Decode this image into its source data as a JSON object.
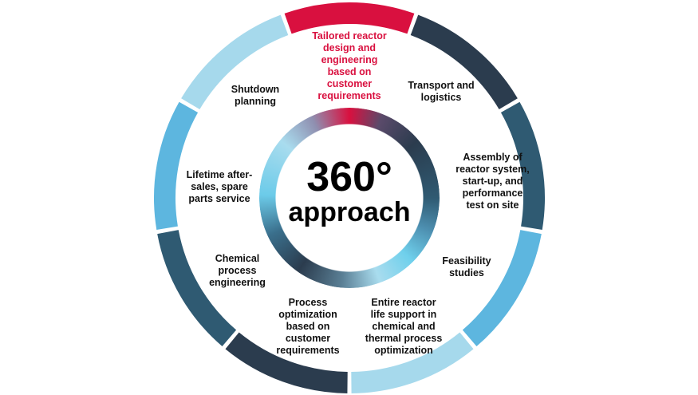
{
  "center": {
    "title": "360°",
    "subtitle": "approach"
  },
  "colors": {
    "red": "#d9103f",
    "navy": "#2b3c4e",
    "teal": "#2f5a72",
    "medium_blue": "#5db6df",
    "light_blue": "#a6d9ec"
  },
  "segments": [
    {
      "label": "Tailored reactor\ndesign and\nengineering\nbased on\ncustomer\nrequirements",
      "color": "#d9103f"
    },
    {
      "label": "Transport and\nlogistics",
      "color": "#2b3c4e"
    },
    {
      "label": "Assembly of\nreactor system,\nstart-up, and\nperformance\ntest on site",
      "color": "#2f5a72"
    },
    {
      "label": "Feasibility\nstudies",
      "color": "#5db6df"
    },
    {
      "label": "Entire reactor\nlife support in\nchemical and\nthermal process\noptimization",
      "color": "#a6d9ec"
    },
    {
      "label": "Process\noptimization\nbased on\ncustomer\nrequirements",
      "color": "#2b3c4e"
    },
    {
      "label": "Chemical\nprocess\nengineering",
      "color": "#2f5a72"
    },
    {
      "label": "Lifetime after-\nsales, spare\nparts service",
      "color": "#5db6df"
    },
    {
      "label": "Shutdown\nplanning",
      "color": "#a6d9ec"
    }
  ]
}
